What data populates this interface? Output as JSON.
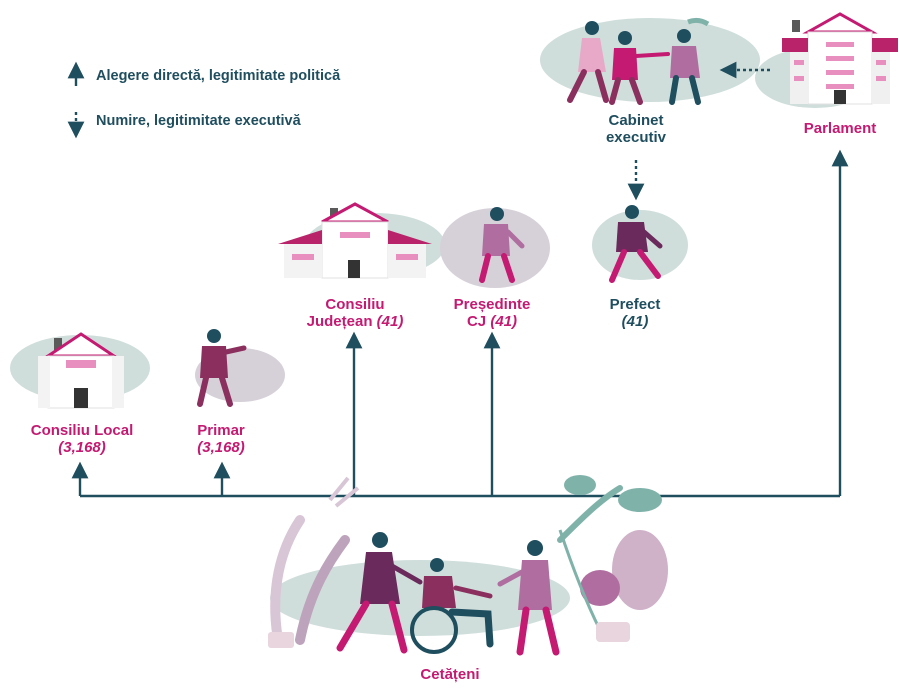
{
  "legend": {
    "direct": "Alegere directă, legitimitate politică",
    "appointed": "Numire, legitimitate executivă"
  },
  "nodes": {
    "cabinet": [
      "Cabinet",
      "executiv"
    ],
    "parlament": "Parlament",
    "consiliu_judetean": {
      "line1": "Consiliu",
      "line2": "Județean",
      "count": "(41)"
    },
    "presedinte_cj": {
      "line1": "Președinte",
      "line2": "CJ",
      "count": "(41)"
    },
    "prefect": {
      "name": "Prefect",
      "count": "(41)"
    },
    "consiliu_local": {
      "name": "Consiliu Local",
      "count": "(3,168)"
    },
    "primar": {
      "name": "Primar",
      "count": "(3,168)"
    },
    "cetateni": "Cetățeni"
  },
  "colors": {
    "line": "#1f4e5f",
    "accent": "#c41a72",
    "house_roof": "#b8236a",
    "blob": "#c9d9d6"
  }
}
